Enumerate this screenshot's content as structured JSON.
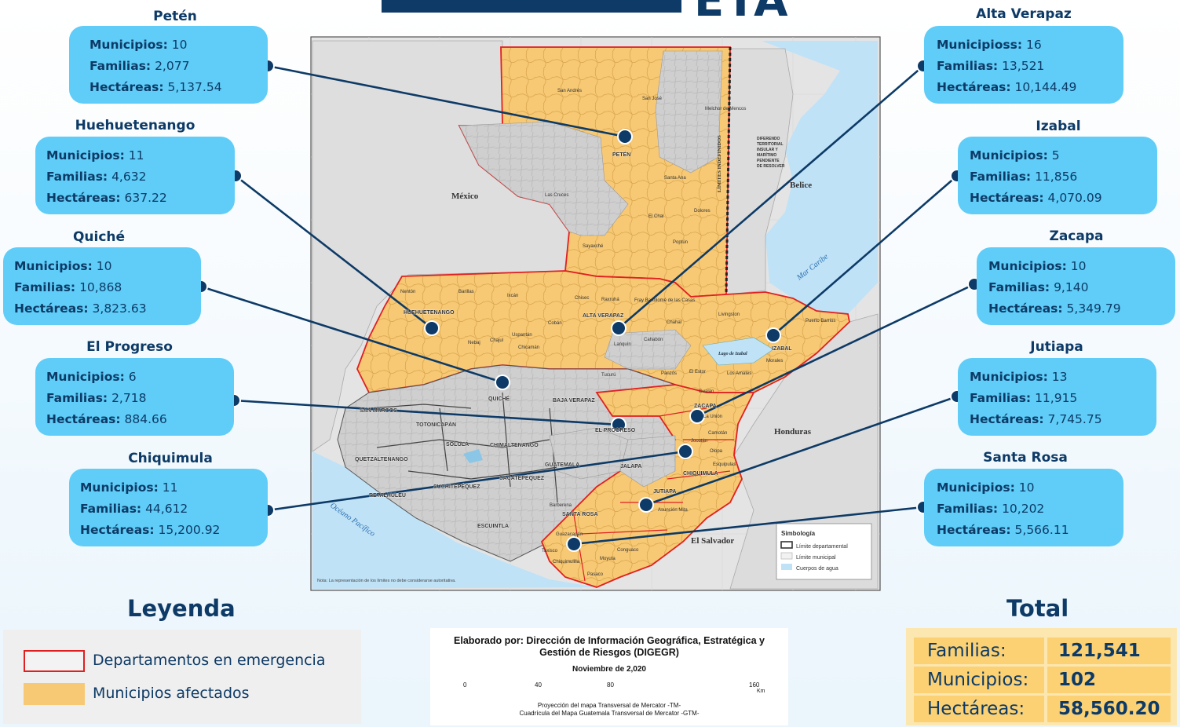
{
  "title": {
    "text": "ETA"
  },
  "departments": [
    {
      "id": "peten",
      "name": "Petén",
      "municipios_label": "Municipios:",
      "municipios": "10",
      "familias_label": "Familias:",
      "familias": "2,077",
      "hectareas_label": "Hectáreas:",
      "hectareas": "5,137.54"
    },
    {
      "id": "huehuetenango",
      "name": "Huehuetenango",
      "municipios_label": "Municipios:",
      "municipios": "11",
      "familias_label": "Familias:",
      "familias": "4,632",
      "hectareas_label": "Hectáreas:",
      "hectareas": "637.22"
    },
    {
      "id": "quiche",
      "name": "Quiché",
      "municipios_label": "Municipios:",
      "municipios": "10",
      "familias_label": "Familias:",
      "familias": "10,868",
      "hectareas_label": "Hectáreas:",
      "hectareas": "3,823.63"
    },
    {
      "id": "el-progreso",
      "name": "El Progreso",
      "municipios_label": "Municipios:",
      "municipios": "6",
      "familias_label": "Familias:",
      "familias": "2,718",
      "hectareas_label": "Hectáreas:",
      "hectareas": "884.66"
    },
    {
      "id": "chiquimula",
      "name": "Chiquimula",
      "municipios_label": "Municipios:",
      "municipios": "11",
      "familias_label": "Familias:",
      "familias": "44,612",
      "hectareas_label": "Hectáreas:",
      "hectareas": "15,200.92"
    },
    {
      "id": "alta-verapaz",
      "name": "Alta Verapaz",
      "municipios_label": "Municipioss:",
      "municipios": "16",
      "familias_label": "Familias:",
      "familias": "13,521",
      "hectareas_label": "Hectáreas:",
      "hectareas": "10,144.49"
    },
    {
      "id": "izabal",
      "name": "Izabal",
      "municipios_label": "Municipios:",
      "municipios": "5",
      "familias_label": "Familias:",
      "familias": "11,856",
      "hectareas_label": "Hectáreas:",
      "hectareas": "4,070.09"
    },
    {
      "id": "zacapa",
      "name": "Zacapa",
      "municipios_label": "Municipios:",
      "municipios": "10",
      "familias_label": "Familias:",
      "familias": "9,140",
      "hectareas_label": "Hectáreas:",
      "hectareas": "5,349.79"
    },
    {
      "id": "jutiapa",
      "name": "Jutiapa",
      "municipios_label": "Municipios:",
      "municipios": "13",
      "familias_label": "Familias:",
      "familias": "11,915",
      "hectareas_label": "Hectáreas:",
      "hectareas": "7,745.75"
    },
    {
      "id": "santa-rosa",
      "name": "Santa Rosa",
      "municipios_label": "Municipios:",
      "municipios": "10",
      "familias_label": "Familias:",
      "familias": "10,202",
      "hectareas_label": "Hectáreas:",
      "hectareas": "5,566.11"
    }
  ],
  "map": {
    "countries": {
      "mexico": "México",
      "belice": "Belice",
      "honduras": "Honduras",
      "el_salvador": "El Salvador"
    },
    "water": {
      "mar_caribe": "Mar Caribe",
      "oceano_pacifico": "Océano Pacífico",
      "lago_izabal": "Lago de Izabal"
    },
    "limites": "LÍMITES INDEFINIDOS",
    "diferendo": [
      "DIFERENDO",
      "TERRITORIAL",
      "INSULAR Y",
      "MARÍTIMO",
      "PENDIENTE",
      "DE RESOLVER"
    ],
    "note": "Nota: La representación de los límites no debe considerarse autoritativa.",
    "dept_labels": [
      {
        "id": "peten",
        "text": "PETÉN"
      },
      {
        "id": "huehuetenango",
        "text": "HUEHUETENANGO"
      },
      {
        "id": "quiche",
        "text": "QUICHÉ"
      },
      {
        "id": "alta-verapaz",
        "text": "ALTA VERAPAZ"
      },
      {
        "id": "baja-verapaz",
        "text": "BAJA VERAPAZ"
      },
      {
        "id": "izabal",
        "text": "IZABAL"
      },
      {
        "id": "zacapa",
        "text": "ZACAPA"
      },
      {
        "id": "el-progreso",
        "text": "EL PROGRESO"
      },
      {
        "id": "guatemala",
        "text": "GUATEMALA"
      },
      {
        "id": "jalapa",
        "text": "JALAPA"
      },
      {
        "id": "jutiapa",
        "text": "JUTIAPA"
      },
      {
        "id": "chiquimula",
        "text": "CHIQUIMULA"
      },
      {
        "id": "santa-rosa",
        "text": "SANTA ROSA"
      },
      {
        "id": "escuintla",
        "text": "ESCUINTLA"
      },
      {
        "id": "chimaltenango",
        "text": "CHIMALTENANGO"
      },
      {
        "id": "sacatepequez",
        "text": "SACATEPÉQUEZ"
      },
      {
        "id": "solola",
        "text": "SOLOLÁ"
      },
      {
        "id": "totonicapan",
        "text": "TOTONICAPÁN"
      },
      {
        "id": "quetzaltenango",
        "text": "QUETZALTENANGO"
      },
      {
        "id": "san-marcos",
        "text": "SAN MARCOS"
      },
      {
        "id": "retalhuleu",
        "text": "RETALHULEU"
      },
      {
        "id": "suchitepequez",
        "text": "SUCHITEPÉQUEZ"
      }
    ],
    "municipality_labels": [
      {
        "id": "san-andres",
        "text": "San Andrés"
      },
      {
        "id": "san-jose",
        "text": "San José"
      },
      {
        "id": "melchor",
        "text": "Melchor de Mencos"
      },
      {
        "id": "santa-ana",
        "text": "Santa Ana"
      },
      {
        "id": "las-cruces",
        "text": "Las Cruces"
      },
      {
        "id": "dolores",
        "text": "Dolores"
      },
      {
        "id": "el-chal",
        "text": "El Chal"
      },
      {
        "id": "sayaxche",
        "text": "Sayaxché"
      },
      {
        "id": "poptun",
        "text": "Poptún"
      },
      {
        "id": "chisec",
        "text": "Chisec"
      },
      {
        "id": "raxruha",
        "text": "Raxruhá"
      },
      {
        "id": "fray",
        "text": "Fray Bartolomé de las Casas"
      },
      {
        "id": "coban",
        "text": "Cobán"
      },
      {
        "id": "chahal",
        "text": "Chahal"
      },
      {
        "id": "livingston",
        "text": "Livingston"
      },
      {
        "id": "puerto-barrios",
        "text": "Puerto Barrios"
      },
      {
        "id": "morales",
        "text": "Morales"
      },
      {
        "id": "los-amates",
        "text": "Los Amates"
      },
      {
        "id": "el-estor",
        "text": "El Estor"
      },
      {
        "id": "panzos",
        "text": "Panzós"
      },
      {
        "id": "nenton",
        "text": "Nentón"
      },
      {
        "id": "barillas",
        "text": "Barillas"
      },
      {
        "id": "ixcan",
        "text": "Ixcán"
      },
      {
        "id": "uspantan",
        "text": "Uspantán"
      },
      {
        "id": "chicaman",
        "text": "Chicamán"
      },
      {
        "id": "nebaj",
        "text": "Nebaj"
      },
      {
        "id": "chajul",
        "text": "Chajul"
      },
      {
        "id": "lanquin",
        "text": "Lanquín"
      },
      {
        "id": "cahabon",
        "text": "Cahabón"
      },
      {
        "id": "tucuru",
        "text": "Tucurú"
      },
      {
        "id": "gualan",
        "text": "Gualán"
      },
      {
        "id": "la-union",
        "text": "La Unión"
      },
      {
        "id": "camotan",
        "text": "Camotán"
      },
      {
        "id": "olopa",
        "text": "Olopa"
      },
      {
        "id": "esquipulas",
        "text": "Esquipulas"
      },
      {
        "id": "jocotan",
        "text": "Jocotán"
      },
      {
        "id": "asuncion-mita",
        "text": "Asunción Mita"
      },
      {
        "id": "moyuta",
        "text": "Moyuta"
      },
      {
        "id": "pasaco",
        "text": "Pasaco"
      },
      {
        "id": "taxisco",
        "text": "Taxisco"
      },
      {
        "id": "chiquimulilla",
        "text": "Chiquimulilla"
      },
      {
        "id": "conguaco",
        "text": "Conguaco"
      },
      {
        "id": "barberena",
        "text": "Barberena"
      },
      {
        "id": "guazacapan",
        "text": "Guazacapán"
      }
    ],
    "simbologia": {
      "title": "Simbología",
      "items": [
        "Límite departamental",
        "Límite municipal",
        "Cuerpos de agua"
      ]
    }
  },
  "leyenda": {
    "title": "Leyenda",
    "items": [
      {
        "label": "Departamentos en emergencia",
        "border_color": "#e02020",
        "fill": "#f3f3f3"
      },
      {
        "label": "Municipios afectados",
        "border_color": "#f7c974",
        "fill": "#f7c974"
      }
    ]
  },
  "credit": {
    "line1": "Elaborado por: Dirección de Información Geográfica, Estratégica y Gestión de Riesgos (DIGEGR)",
    "date": "Noviembre de 2,020",
    "scale_ticks": [
      "0",
      "40",
      "80",
      "160"
    ],
    "scale_unit": "Km",
    "proj1": "Proyección del mapa Transversal de Mercator -TM-",
    "proj2": "Cuadrícula del Mapa Guatemala Transversal de Mercator -GTM-"
  },
  "total": {
    "title": "Total",
    "rows": [
      {
        "label": "Familias:",
        "value": "121,541"
      },
      {
        "label": "Municipios:",
        "value": "102"
      },
      {
        "label": "Hectáreas:",
        "value": "58,560.20"
      }
    ]
  },
  "colors": {
    "navy": "#0d3a66",
    "card": "#5fcdf8",
    "affected": "#f7c974",
    "emergency_border": "#e02020",
    "land_gray": "#c9c9c9",
    "water": "#bfe2f7",
    "total_bg": "#fde7b0",
    "total_cell": "#fbd174"
  }
}
